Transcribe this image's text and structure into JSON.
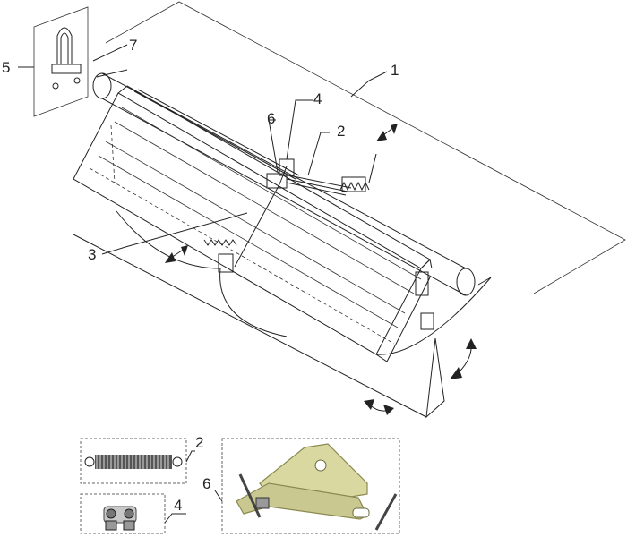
{
  "diagram": {
    "callouts": {
      "c1": "1",
      "c2": "2",
      "c3": "3",
      "c4": "4",
      "c5": "5",
      "c6": "6",
      "c7": "7",
      "detail_2": "2",
      "detail_4": "4",
      "detail_6": "6"
    },
    "colors": {
      "line": "#222222",
      "shade": "#e6e6e6",
      "bracket_fill": "#d8d8a0",
      "bracket_edge": "#8a8a50"
    },
    "icons": [
      "double-arrow-icon",
      "curved-arrow-icon",
      "u-bolt-icon",
      "spring-icon",
      "wire-clamp-icon",
      "bracket-icon"
    ]
  }
}
